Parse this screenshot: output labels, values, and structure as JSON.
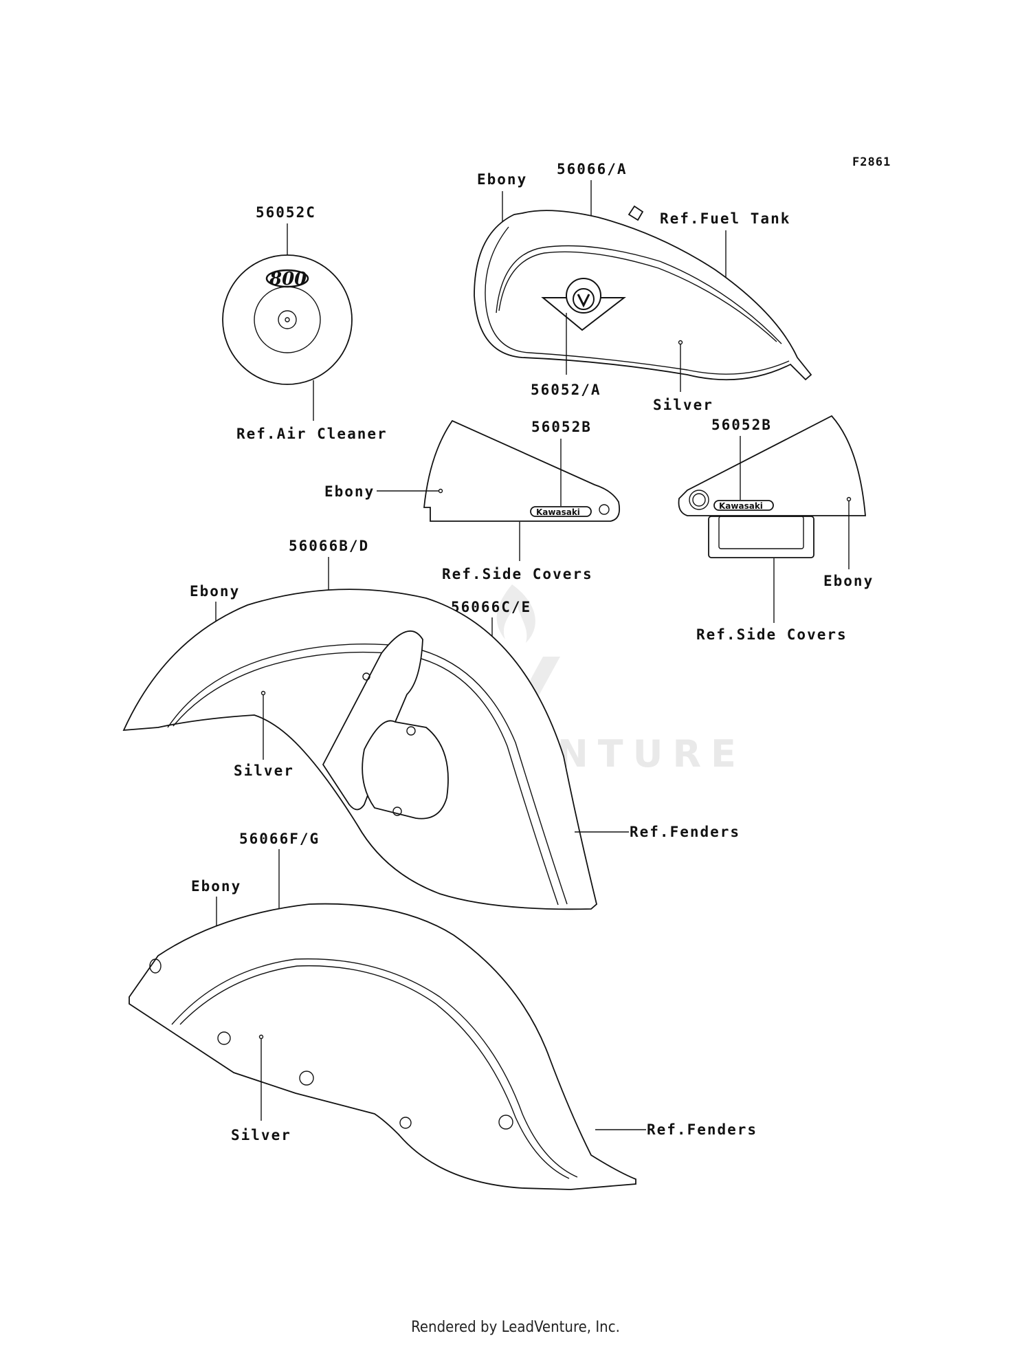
{
  "figure_id": "F2861",
  "footer": "Rendered by LeadVenture, Inc.",
  "watermark": "LEADVENTURE",
  "groups": {
    "air_cleaner": {
      "part_number": "56052C",
      "emblem_text": "800",
      "ref_label": "Ref.Air Cleaner"
    },
    "fuel_tank": {
      "color_top": "Ebony",
      "stripe_part_number": "56066/A",
      "ref_label": "Ref.Fuel Tank",
      "emblem_part_number": "56052/A",
      "color_bottom": "Silver"
    },
    "side_cover_left": {
      "part_number": "56052B",
      "color": "Ebony",
      "badge_text": "Kawasaki",
      "ref_label": "Ref.Side Covers"
    },
    "side_cover_right": {
      "part_number": "56052B",
      "color": "Ebony",
      "badge_text": "Kawasaki",
      "ref_label": "Ref.Side Covers"
    },
    "front_fender": {
      "stripe_part_number": "56066B/D",
      "color_top": "Ebony",
      "stripe_rear_part_number": "56066C/E",
      "color_bottom": "Silver",
      "ref_label": "Ref.Fenders"
    },
    "rear_fender": {
      "stripe_part_number": "56066F/G",
      "color_top": "Ebony",
      "color_bottom": "Silver",
      "ref_label": "Ref.Fenders"
    }
  }
}
